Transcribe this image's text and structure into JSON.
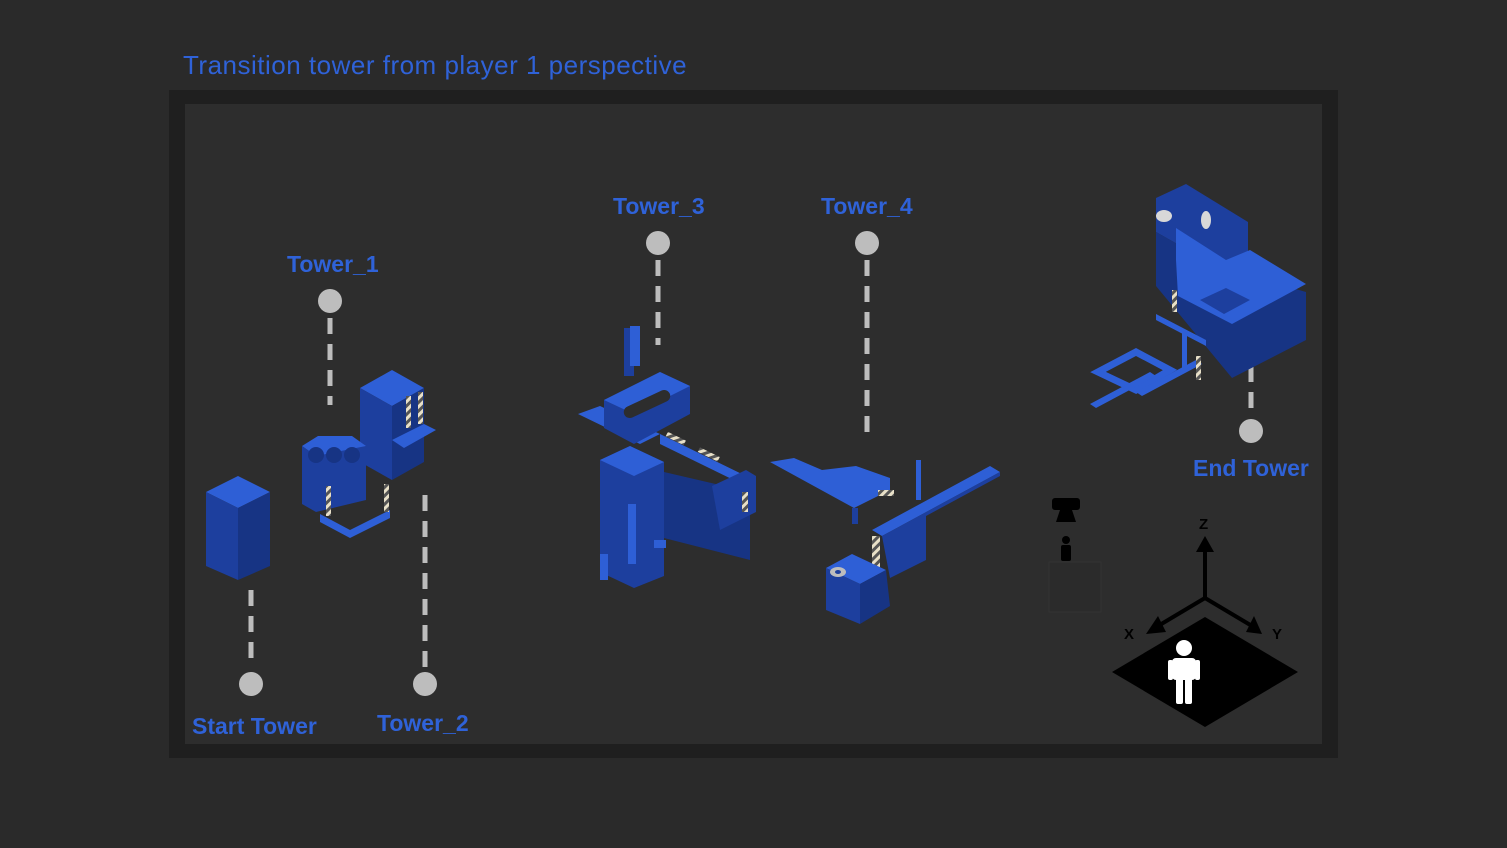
{
  "title": "Transition tower from player 1 perspective",
  "labels": {
    "tower1": "Tower_1",
    "tower2": "Tower_2",
    "tower3": "Tower_3",
    "tower4": "Tower_4",
    "start": "Start Tower",
    "end": "End Tower"
  },
  "axes": {
    "x": "X",
    "y": "Y",
    "z": "Z"
  },
  "colors": {
    "tower_top": "#2e5fd6",
    "tower_side": "#1d3f9e",
    "tower_dark": "#173484",
    "pin": "#bdbdbd",
    "label": "#2f62d8"
  }
}
